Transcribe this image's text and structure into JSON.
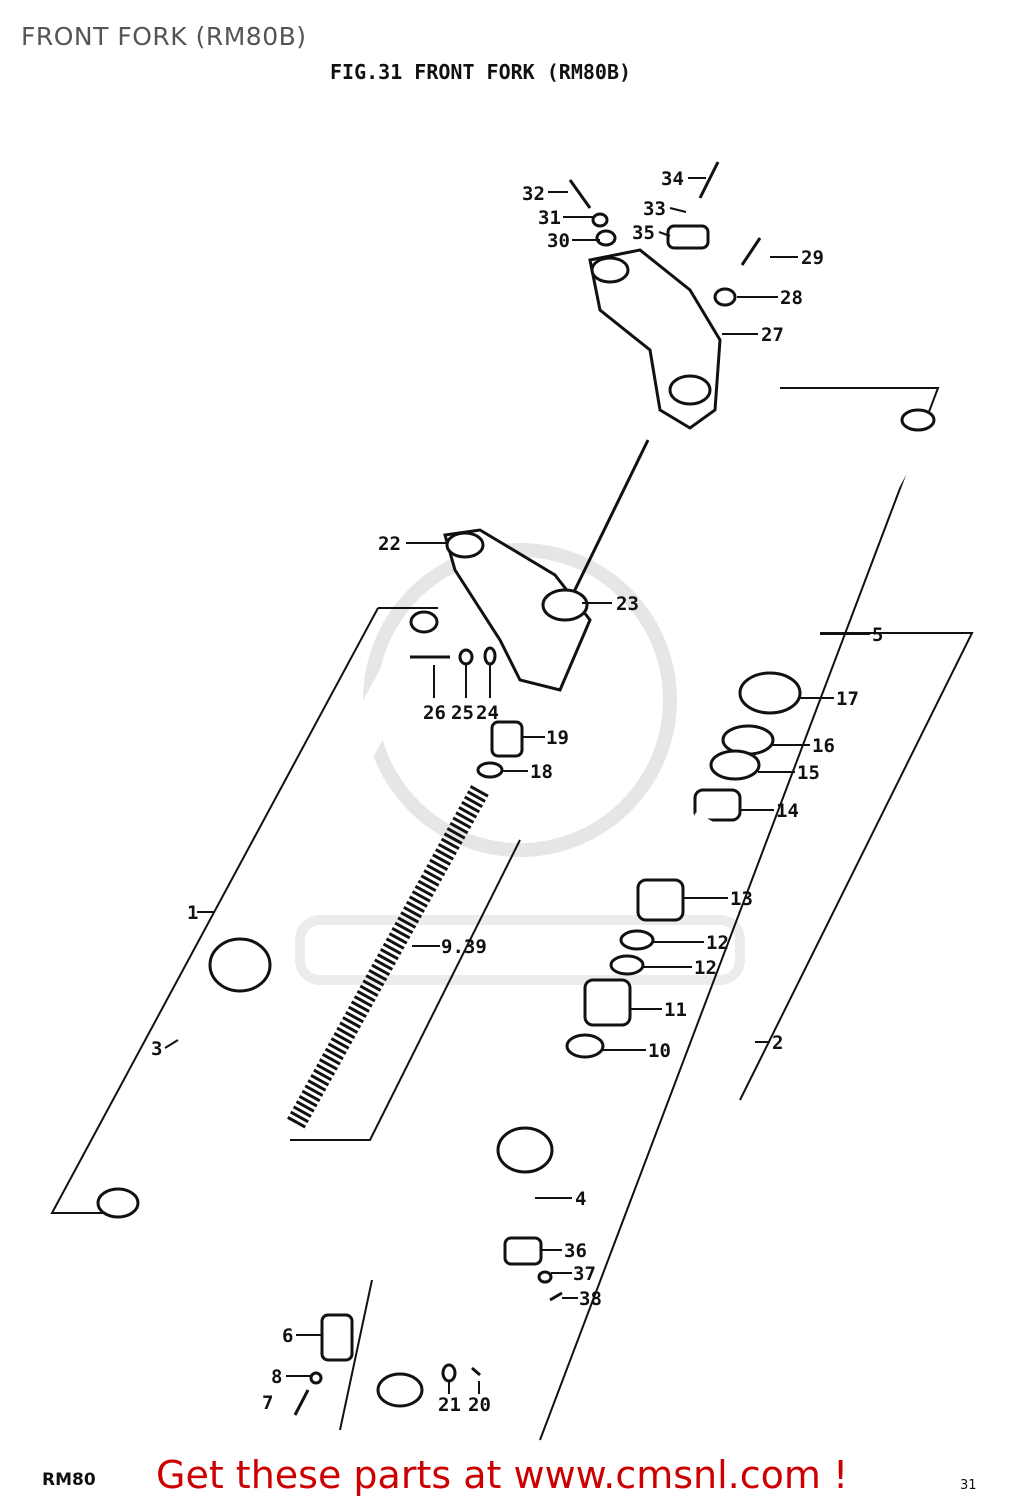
{
  "page_title": "FRONT FORK (RM80B)",
  "figure_title": "FIG.31  FRONT FORK (RM80B)",
  "model": "RM80",
  "page_number": "31",
  "promo_text": "Get these parts at www.cmsnl.com !",
  "promo_color": "#cc0000",
  "watermark": "CMS www.cmsnl.com",
  "callouts": {
    "c1": "1",
    "c2": "2",
    "c3": "3",
    "c4": "4",
    "c5": "5",
    "c6": "6",
    "c7": "7",
    "c8": "8",
    "c9": "9.39",
    "c10": "10",
    "c11": "11",
    "c12a": "12",
    "c12b": "12",
    "c13": "13",
    "c14": "14",
    "c15": "15",
    "c16": "16",
    "c17": "17",
    "c18": "18",
    "c19": "19",
    "c20": "20",
    "c21": "21",
    "c22": "22",
    "c23": "23",
    "c24": "24",
    "c25": "25",
    "c26": "26",
    "c27": "27",
    "c28": "28",
    "c29": "29",
    "c30": "30",
    "c31": "31",
    "c32": "32",
    "c33": "33",
    "c34": "34",
    "c35": "35",
    "c36": "36",
    "c37": "37",
    "c38": "38"
  }
}
